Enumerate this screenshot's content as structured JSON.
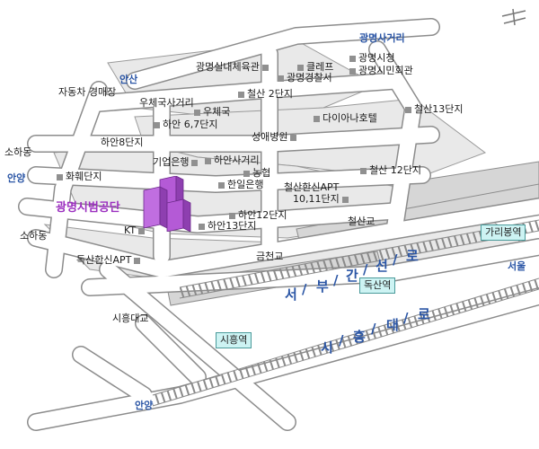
{
  "colors": {
    "road_fill": "#ffffff",
    "road_edge": "#8c8c8c",
    "block_fill": "#e9e9e9",
    "rail": "#8a8a8a",
    "blue_label": "#2a55a5",
    "target": "#9b2fbf",
    "station_fill": "#cdf3f3"
  },
  "north_symbol": "north-arrow-icon",
  "target": {
    "name": "광명시범공단",
    "icon": "building-icon"
  },
  "roads": {
    "seobu_text": [
      "서",
      "/",
      "부",
      "/",
      "간",
      "/",
      "선",
      "/",
      "로"
    ],
    "siheung_text": [
      "시",
      "/",
      "흥",
      "/",
      "대",
      "/",
      "로"
    ]
  },
  "directions": {
    "gwangmyeong_sageori": "광명사거리",
    "ansan": "안산",
    "anyang_left": "안양",
    "anyang_bottom": "안양",
    "seoul": "서울"
  },
  "stations": {
    "garibong": "가리봉역",
    "doksan": "독산역",
    "siheung": "시흥역"
  },
  "places": {
    "gwangmyeong_indoor_gym": "광명실내체육관",
    "gwangmyeong_city_hall": "광명시청",
    "gwangmyeong_civic_hall": "광명시민회관",
    "clef": "클레프",
    "police": "광명경찰서",
    "car_market": "자동차 경매장",
    "post_office_crossing": "우체국사거리",
    "post_office": "우체국",
    "cheolsan_2": "철산 2단지",
    "hana_67": "하안 6,7단지",
    "diana_hotel": "다이아나호텔",
    "cheolsan_13": "철산13단지",
    "seongae_hospital": "성애병원",
    "soha_dong_top": "소하동",
    "hana_8": "하안8단지",
    "industrial_bank": "기업은행",
    "haan_crossing": "하안사거리",
    "cheolsan_12": "철산 12단지",
    "hwahoe": "화훼단지",
    "nonghyup": "농협",
    "hanil_bank": "한일은행",
    "cheolsan_hansin": "철산한신APT",
    "cheolsan_hansin_num": "10,11단지",
    "hana_12": "하안12단지",
    "hana_13": "하안13단지",
    "cheolsan_bridge": "철산교",
    "soha_dong_mid": "소하동",
    "kt": "KT",
    "geumcheon_bridge": "금천교",
    "doksan_hansin": "독산한신APT",
    "siheung_bridge": "시흥대교"
  }
}
